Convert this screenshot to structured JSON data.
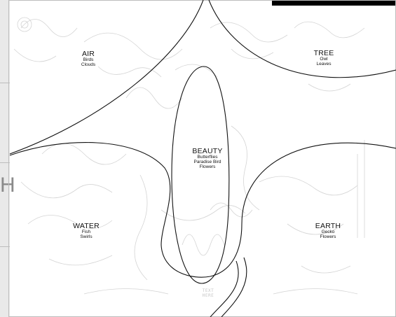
{
  "edge_fragment": {
    "letter": "H"
  },
  "regions": [
    {
      "id": "air",
      "title": "AIR",
      "items": [
        "Birds",
        "Clouds"
      ]
    },
    {
      "id": "tree",
      "title": "TREE",
      "items": [
        "Owl",
        "Leaves"
      ]
    },
    {
      "id": "beauty",
      "title": "BEAUTY",
      "items": [
        "Butterflies",
        "Paradise Bird",
        "Flowers"
      ]
    },
    {
      "id": "water",
      "title": "WATER",
      "items": [
        "Fish",
        "Swirls"
      ]
    },
    {
      "id": "earth",
      "title": "EARTH",
      "items": [
        "Gecko",
        "Flowers"
      ]
    }
  ],
  "sketch_notes": {
    "text_here": "TEXT HERE"
  },
  "colors": {
    "background": "#ffffff",
    "outline": "#111111",
    "sketch": "#cfcfcf",
    "top_bar": "#000000",
    "left_panel": "#e7e7e7"
  }
}
